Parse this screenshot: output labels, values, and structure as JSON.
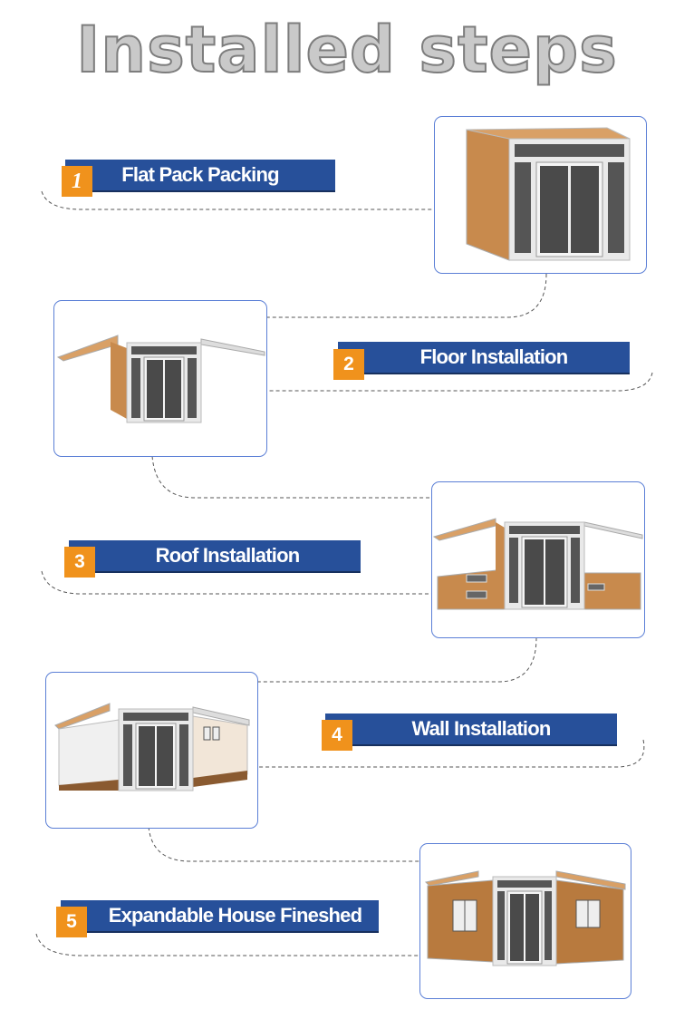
{
  "title": "Installed steps",
  "steps": [
    {
      "number": "1",
      "label": "Flat Pack Packing"
    },
    {
      "number": "2",
      "label": "Floor Installation"
    },
    {
      "number": "3",
      "label": "Roof Installation"
    },
    {
      "number": "4",
      "label": "Wall Installation"
    },
    {
      "number": "5",
      "label": "Expandable House Fineshed"
    }
  ],
  "colors": {
    "bar": "#27509a",
    "badge": "#f0921c",
    "frame_border": "#5b7fd6",
    "title_fill": "#c9c9c9"
  }
}
